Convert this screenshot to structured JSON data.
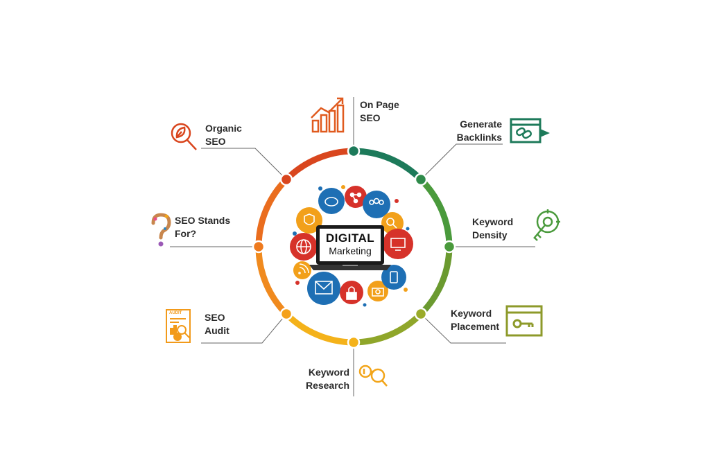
{
  "center": {
    "title": "DIGITAL",
    "subtitle": "Marketing"
  },
  "items": [
    {
      "id": "on-page-seo",
      "line1": "On Page",
      "line2": "SEO",
      "color": "#e05a1e",
      "icon": "growth-chart-icon"
    },
    {
      "id": "generate-backlinks",
      "line1": "Generate",
      "line2": "Backlinks",
      "color": "#1d7a5a",
      "icon": "link-browser-icon"
    },
    {
      "id": "keyword-density",
      "line1": "Keyword",
      "line2": "Density",
      "color": "#4a9a3c",
      "icon": "key-target-icon"
    },
    {
      "id": "keyword-placement",
      "line1": "Keyword",
      "line2": "Placement",
      "color": "#8d9a2a",
      "icon": "key-browser-icon"
    },
    {
      "id": "keyword-research",
      "line1": "Keyword",
      "line2": "Research",
      "color": "#f2a51a",
      "icon": "key-search-icon"
    },
    {
      "id": "seo-audit",
      "line1": "SEO",
      "line2": "Audit",
      "color": "#f29a1a",
      "icon": "audit-report-icon"
    },
    {
      "id": "seo-stands-for",
      "line1": "SEO Stands",
      "line2": "For?",
      "color": "#e87c1e",
      "icon": "question-mark-icon"
    },
    {
      "id": "organic-seo",
      "line1": "Organic",
      "line2": "SEO",
      "color": "#d9461e",
      "icon": "leaf-search-icon"
    }
  ],
  "audit_icon_text": "AUDIT",
  "colors": {
    "ring_red": "#d9461e",
    "ring_orange": "#f08a1e",
    "ring_yellow": "#f4b21a",
    "ring_teal": "#1d7a5a",
    "ring_green": "#4a9a3c",
    "ring_olive": "#9aab2a"
  }
}
